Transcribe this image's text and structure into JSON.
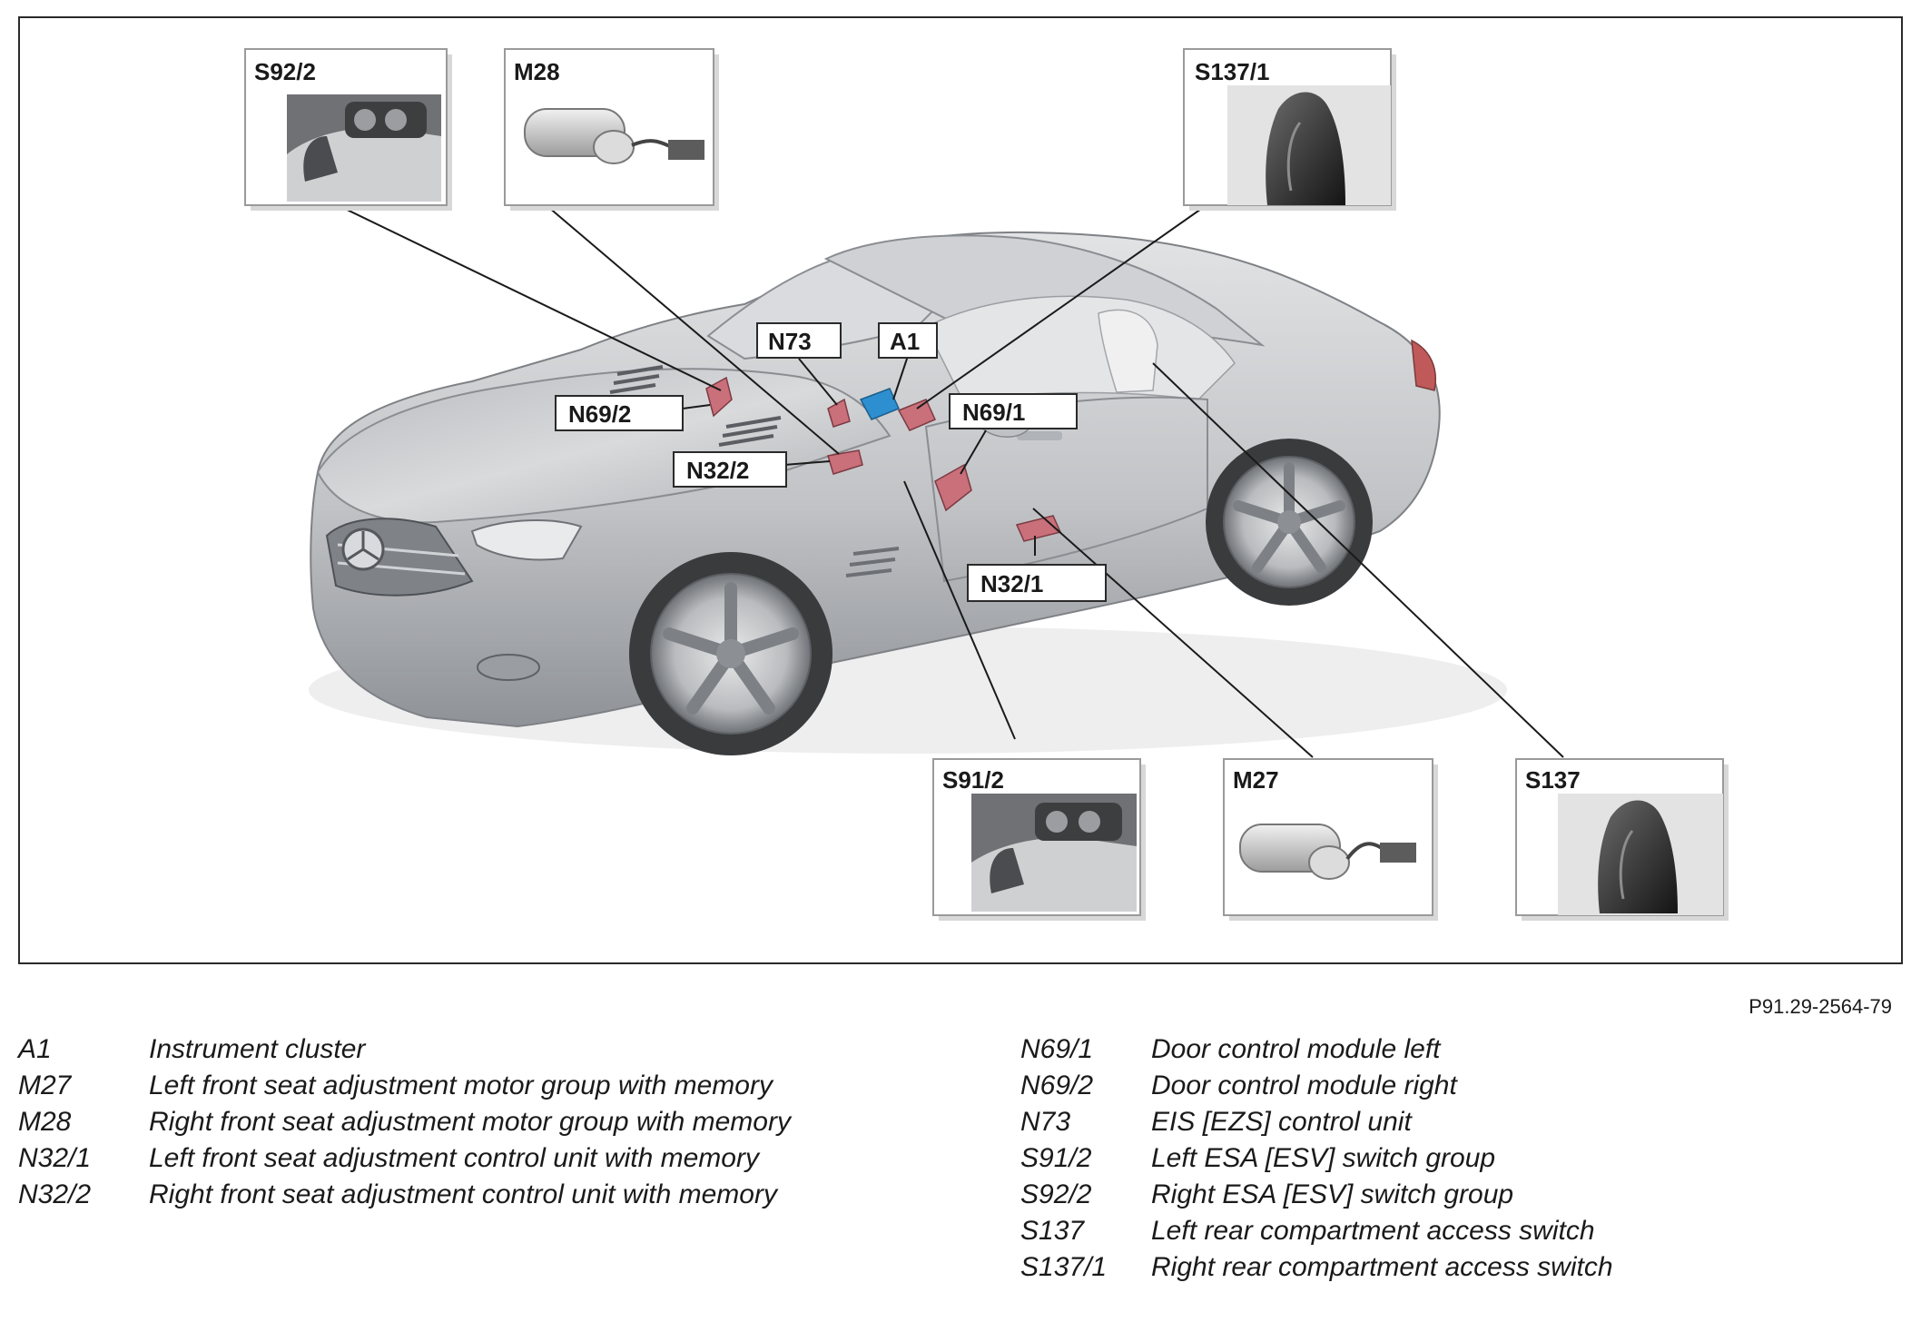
{
  "callouts": {
    "S92_2": "S92/2",
    "M28": "M28",
    "S137_1": "S137/1",
    "N73": "N73",
    "A1": "A1",
    "N69_2": "N69/2",
    "N69_1": "N69/1",
    "N32_2": "N32/2",
    "N32_1": "N32/1",
    "S91_2": "S91/2",
    "M27": "M27",
    "S137": "S137"
  },
  "figure_code": "P91.29-2564-79",
  "legend_left": [
    {
      "code": "A1",
      "text": "Instrument cluster"
    },
    {
      "code": "M27",
      "text": "Left front seat adjustment motor group with memory"
    },
    {
      "code": "M28",
      "text": "Right front seat adjustment motor group with memory"
    },
    {
      "code": "N32/1",
      "text": "Left front seat adjustment control unit with memory"
    },
    {
      "code": "N32/2",
      "text": "Right front seat adjustment control unit with memory"
    }
  ],
  "legend_right": [
    {
      "code": "N69/1",
      "text": "Door control module left"
    },
    {
      "code": "N69/2",
      "text": "Door control module right"
    },
    {
      "code": "N73",
      "text": "EIS [EZS] control unit"
    },
    {
      "code": "S91/2",
      "text": "Left ESA [ESV] switch group"
    },
    {
      "code": "S92/2",
      "text": "Right ESA [ESV] switch group"
    },
    {
      "code": "S137",
      "text": "Left rear compartment access switch"
    },
    {
      "code": "S137/1",
      "text": "Right rear compartment access switch"
    }
  ],
  "colors": {
    "car_body": "#c4c6c9",
    "component_red": "#c9707a",
    "instrument_blue": "#2e8fd0",
    "frame": "#2a2a2a"
  }
}
